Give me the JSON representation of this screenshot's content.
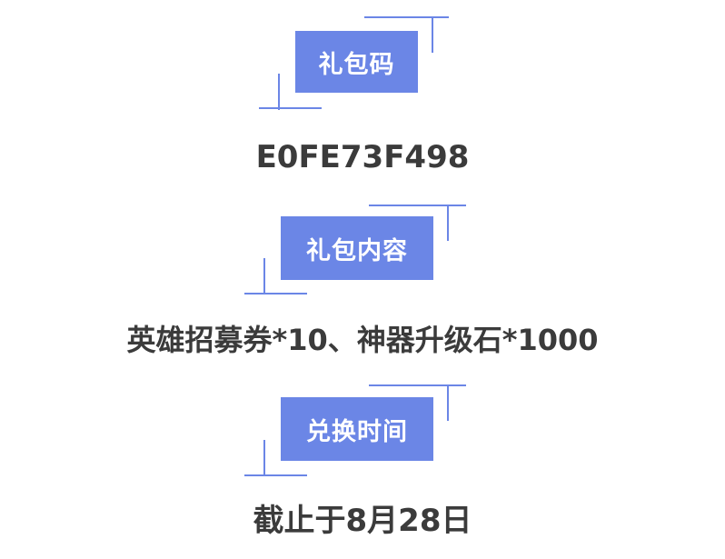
{
  "sections": [
    {
      "label": "礼包码",
      "value": "E0FE73F498"
    },
    {
      "label": "礼包内容",
      "value": "英雄招募券*10、神器升级石*1000"
    },
    {
      "label": "兑换时间",
      "value": "截止于8月28日"
    }
  ],
  "colors": {
    "accent": "#6b86e6",
    "text": "#3b3b3b",
    "background": "#ffffff"
  }
}
